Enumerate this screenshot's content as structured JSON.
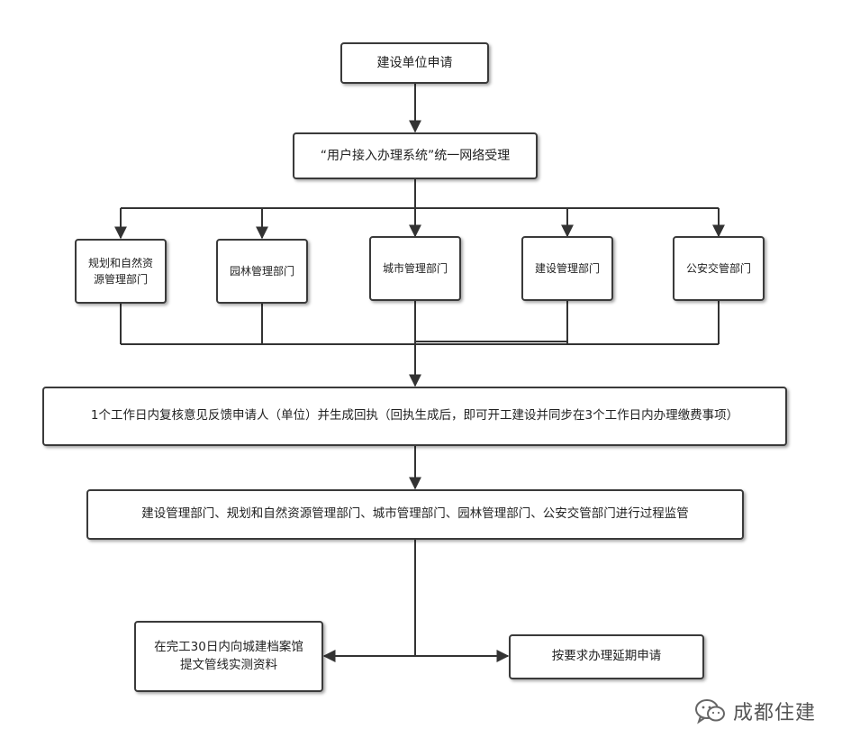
{
  "start": "建设单位申请",
  "system": "“用户接入办理系统”统一网络受理",
  "departments": [
    "规划和自然资\n源管理部门",
    "园林管理部门",
    "城市管理部门",
    "建设管理部门",
    "公安交管部门"
  ],
  "review": "1个工作日内复核意见反馈申请人（单位）并生成回执（回执生成后，即可开工建设并同步在3个工作日内办理缴费事项）",
  "supervision": "建设管理部门、规划和自然资源管理部门、城市管理部门、园林管理部门、公安交管部门进行过程监管",
  "archive": "在完工30日内向城建档案馆\n提文管线实测资料",
  "extension": "按要求办理延期申请",
  "watermark": "成都住建",
  "line_color": "#333333"
}
